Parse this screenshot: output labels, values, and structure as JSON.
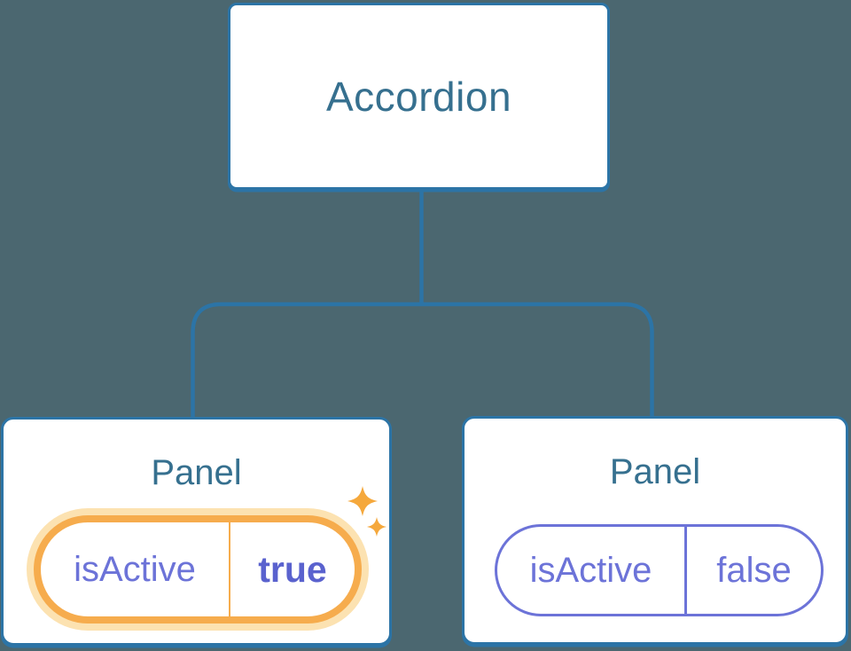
{
  "diagram": {
    "root_node": {
      "label": "Accordion"
    },
    "panels": [
      {
        "label": "Panel",
        "prop_name": "isActive",
        "prop_value": "true",
        "state": "highlighted"
      },
      {
        "label": "Panel",
        "prop_name": "isActive",
        "prop_value": "false",
        "state": "normal"
      }
    ],
    "icons": {
      "sparkles": "sparkles-icon"
    },
    "colors": {
      "background": "#4B6770",
      "connector_blue": "#2C74A6",
      "node_text_blue": "#36708F",
      "prop_purple": "#6C73D8",
      "value_purple_bold": "#5A62CE",
      "highlight_orange": "#F6AC4D",
      "highlight_glow": "#FCE2B1",
      "sparkle_orange": "#F5A83C"
    }
  }
}
